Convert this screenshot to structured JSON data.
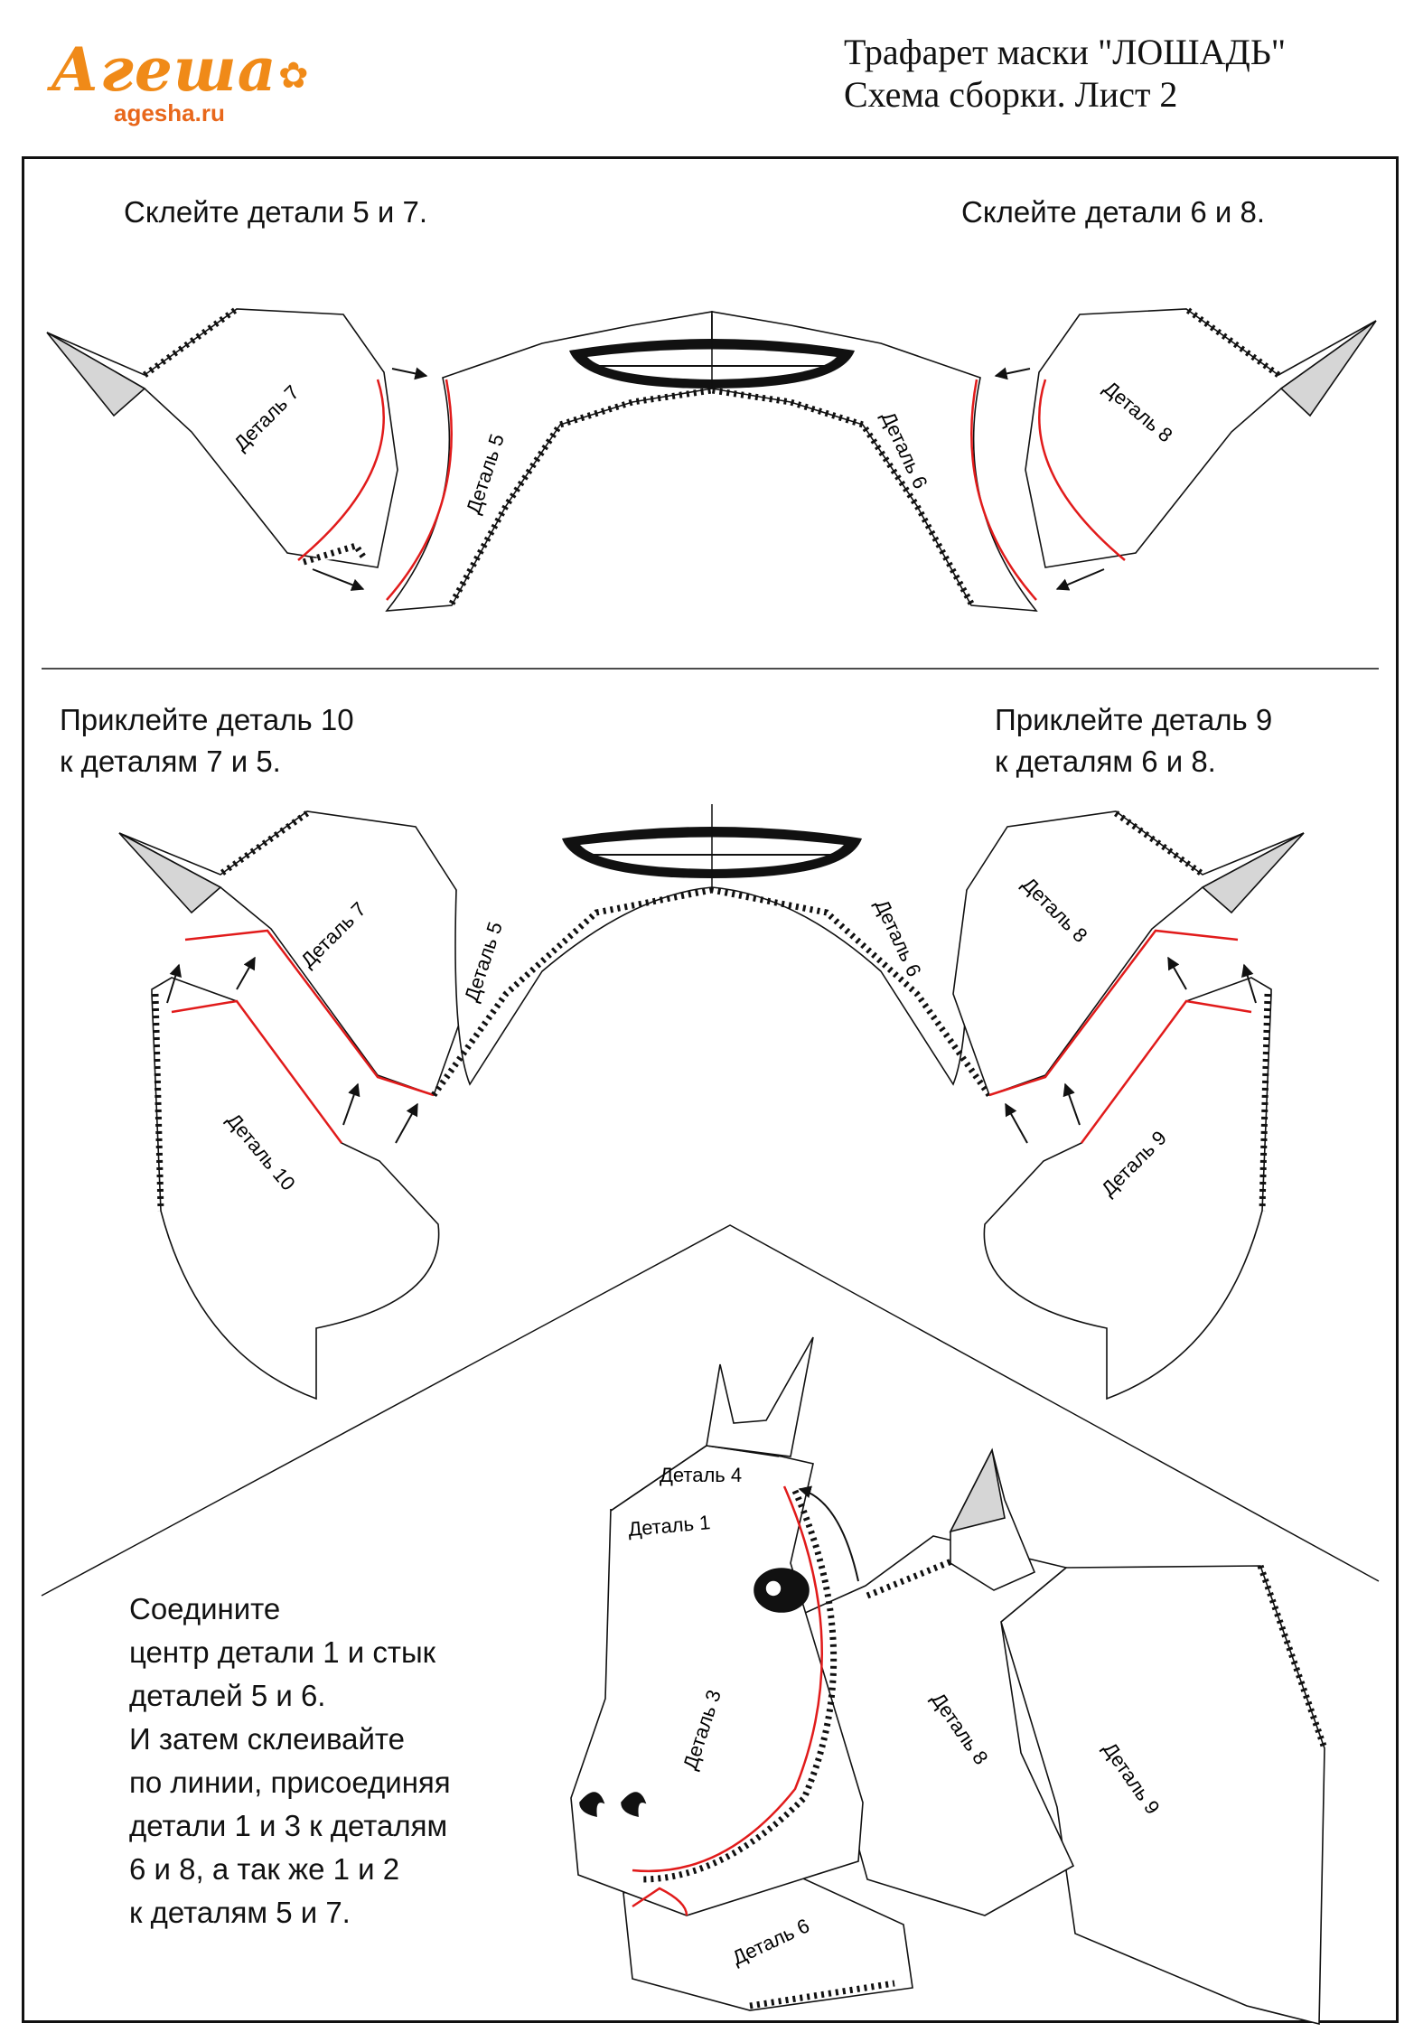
{
  "logo": {
    "brand": "Агеша",
    "site": "agesha.ru",
    "icon": "flower-icon",
    "color": "#f08a18"
  },
  "header": {
    "line1": "Трафарет маски \"ЛОШАДЬ\"",
    "line2": "Схема сборки. Лист 2"
  },
  "steps": {
    "step1_left": "Склейте детали 5 и 7.",
    "step1_right": "Склейте детали 6 и 8.",
    "step2_left": "Приклейте деталь 10\nк деталям 7 и 5.",
    "step2_right": "Приклейте деталь 9\nк деталям 6 и 8.",
    "step3": "Соедините\nцентр детали 1 и стык\nдеталей 5 и 6.\nИ затем склеивайте\nпо линии, присоединяя\nдетали 1 и 3 к деталям\n6 и 8, а так же 1 и 2\nк деталям 5 и 7."
  },
  "labels": {
    "d1": "Деталь 1",
    "d3": "Деталь 3",
    "d4": "Деталь 4",
    "d5": "Деталь 5",
    "d6": "Деталь 6",
    "d7": "Деталь 7",
    "d8": "Деталь 8",
    "d9": "Деталь 9",
    "d10": "Деталь 10"
  },
  "colors": {
    "glue_line": "#e11b1b",
    "outline": "#111111",
    "ear_fill": "#d6d6d6"
  }
}
